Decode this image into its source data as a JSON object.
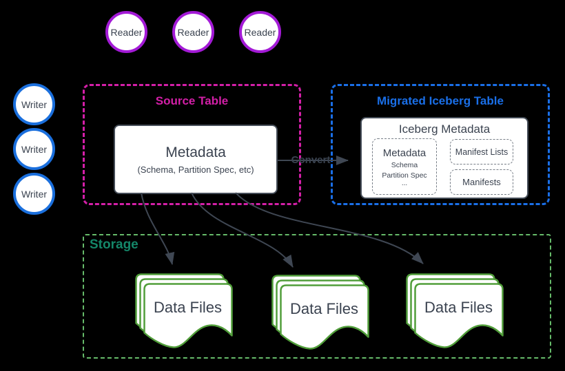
{
  "diagram": {
    "readers": [
      "Reader",
      "Reader",
      "Reader"
    ],
    "writers": [
      "Writer",
      "Writer",
      "Writer"
    ],
    "source_table": {
      "title": "Source Table",
      "metadata": {
        "title": "Metadata",
        "subtitle": "(Schema, Partition Spec, etc)"
      }
    },
    "convert_arrow_label": "Convert",
    "iceberg_table": {
      "title": "Migrated Iceberg Table",
      "inner_title": "Iceberg Metadata",
      "metadata": {
        "title": "Metadata",
        "items": [
          "Schema",
          "Partition Spec",
          "..."
        ]
      },
      "manifest_lists": "Manifest Lists",
      "manifests": "Manifests"
    },
    "storage": {
      "title": "Storage",
      "stacks": [
        "Data Files",
        "Data Files",
        "Data Files"
      ]
    },
    "colors": {
      "background": "#000000",
      "reader_border": "#a31ad6",
      "writer_border": "#1a6fdd",
      "source_accent": "#d41fa8",
      "iceberg_accent": "#1a6fe8",
      "storage_border": "#66bb6a",
      "storage_title": "#148769",
      "data_file_border": "#519e3a",
      "arrow": "#3f4753",
      "text": "#3b4350"
    }
  }
}
